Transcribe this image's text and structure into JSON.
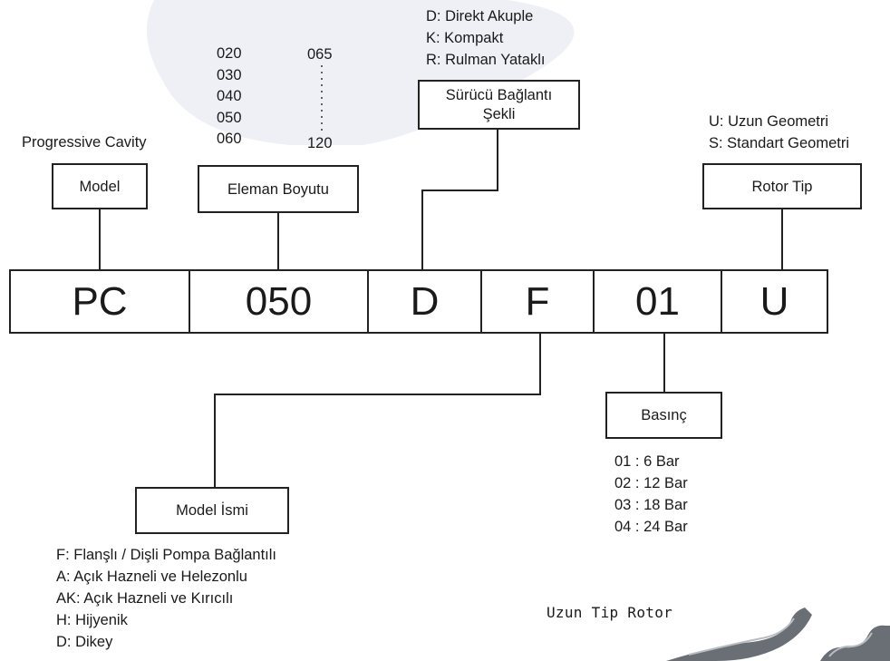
{
  "code": [
    "PC",
    "050",
    "D",
    "F",
    "01",
    "U"
  ],
  "model": {
    "title": "Progressive Cavity",
    "label": "Model"
  },
  "element_size": {
    "label": "Eleman Boyutu",
    "col1": [
      "020",
      "030",
      "040",
      "050",
      "060"
    ],
    "col2_top": "065",
    "col2_bottom": "120"
  },
  "drive": {
    "label_line1": "Sürücü Bağlantı",
    "label_line2": "Şekli",
    "options": [
      "D: Direkt Akuple",
      "K: Kompakt",
      "R: Rulman Yataklı"
    ]
  },
  "rotor": {
    "label": "Rotor Tip",
    "options": [
      "U: Uzun Geometri",
      "S: Standart Geometri"
    ]
  },
  "model_name": {
    "label": "Model İsmi",
    "options": [
      "F: Flanşlı / Dişli Pompa Bağlantılı",
      "A: Açık Hazneli ve Helezonlu",
      "AK: Açık Hazneli ve Kırıcılı",
      "H: Hijyenik",
      "D: Dikey"
    ]
  },
  "pressure": {
    "label": "Basınç",
    "options": [
      "01 : 6 Bar",
      "02 : 12 Bar",
      "03 : 18 Bar",
      "04 : 24 Bar"
    ]
  },
  "rotor_image_caption": "Uzun Tip Rotor",
  "colors": {
    "line": "#222222",
    "watermark": "#eef0f6",
    "rotor_metal": "#6a6f75"
  }
}
